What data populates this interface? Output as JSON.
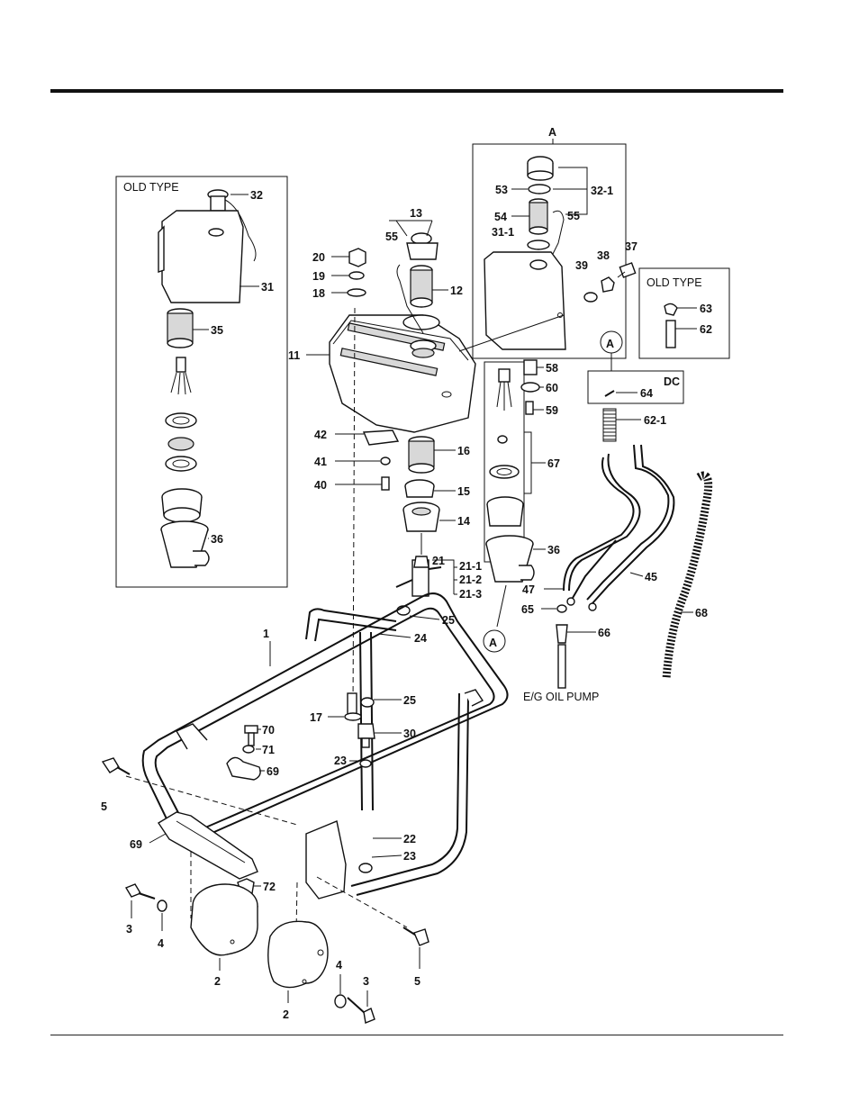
{
  "headings": {
    "old_type_left": "OLD TYPE",
    "old_type_right": "OLD TYPE",
    "section_a": "A",
    "dc": "DC",
    "eg_oil_pump": "E/G OIL PUMP",
    "circle_a_1": "A",
    "circle_a_2": "A"
  },
  "callouts": {
    "c1": "1",
    "c2a": "2",
    "c2b": "2",
    "c3a": "3",
    "c3b": "3",
    "c4a": "4",
    "c4b": "4",
    "c5a": "5",
    "c5b": "5",
    "c11": "11",
    "c12": "12",
    "c13": "13",
    "c14": "14",
    "c15": "15",
    "c16": "16",
    "c17": "17",
    "c18": "18",
    "c19": "19",
    "c20": "20",
    "c21": "21",
    "c21_1": "21-1",
    "c21_2": "21-2",
    "c21_3": "21-3",
    "c22": "22",
    "c23a": "23",
    "c23b": "23",
    "c24": "24",
    "c25a": "25",
    "c25b": "25",
    "c30": "30",
    "c31": "31",
    "c31_1": "31-1",
    "c32": "32",
    "c32_1": "32-1",
    "c35": "35",
    "c36a": "36",
    "c36b": "36",
    "c37": "37",
    "c38": "38",
    "c39": "39",
    "c40": "40",
    "c41": "41",
    "c42": "42",
    "c45": "45",
    "c47": "47",
    "c53": "53",
    "c54": "54",
    "c55a": "55",
    "c55b": "55",
    "c58": "58",
    "c59": "59",
    "c60": "60",
    "c62": "62",
    "c62_1": "62-1",
    "c63": "63",
    "c64": "64",
    "c65": "65",
    "c66": "66",
    "c67": "67",
    "c68": "68",
    "c69a": "69",
    "c69b": "69",
    "c70": "70",
    "c71": "71",
    "c72": "72"
  }
}
